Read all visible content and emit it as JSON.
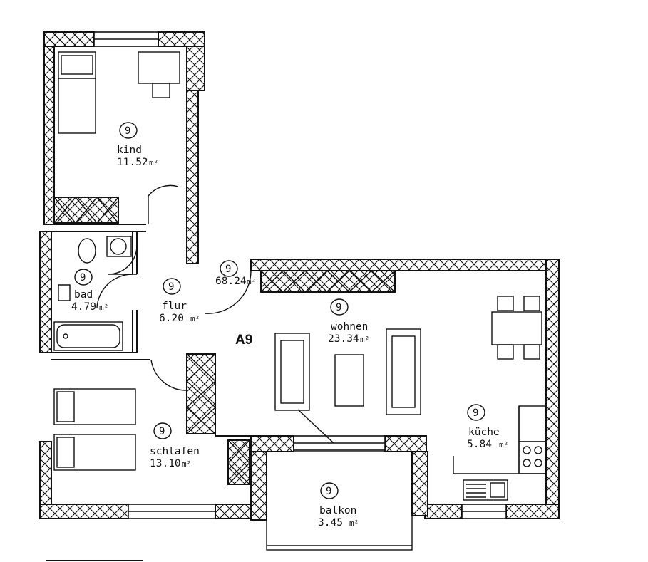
{
  "plan": {
    "apartment": "A9",
    "rooms": [
      {
        "id": "kind",
        "name": "kind",
        "area": "11.52",
        "unit": "m²",
        "tag": "9"
      },
      {
        "id": "bad",
        "name": "bad",
        "area": "4.79",
        "unit": "m²",
        "tag": "9"
      },
      {
        "id": "flur",
        "name": "flur",
        "area": "6.20",
        "unit": "m²",
        "tag": "9"
      },
      {
        "id": "total",
        "name": "",
        "area": "68.24",
        "unit": "m²",
        "tag": "9"
      },
      {
        "id": "wohnen",
        "name": "wohnen",
        "area": "23.34",
        "unit": "m²",
        "tag": "9"
      },
      {
        "id": "schlafen",
        "name": "schlafen",
        "area": "13.10",
        "unit": "m²",
        "tag": "9"
      },
      {
        "id": "kueche",
        "name": "küche",
        "area": "5.84",
        "unit": "m²",
        "tag": "9"
      },
      {
        "id": "balkon",
        "name": "balkon",
        "area": "3.45",
        "unit": "m²",
        "tag": "9"
      }
    ]
  }
}
